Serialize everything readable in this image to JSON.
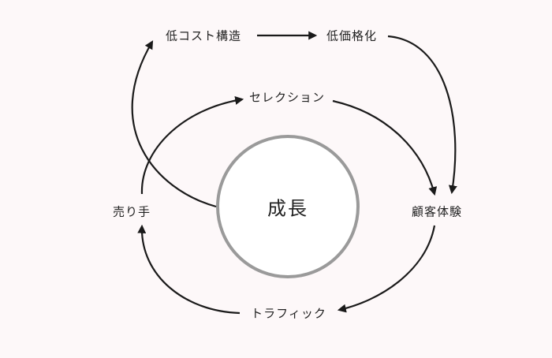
{
  "diagram": {
    "center": "成長",
    "nodes": {
      "low_cost": "低コスト構造",
      "low_price": "低価格化",
      "selection": "セレクション",
      "sellers": "売り手",
      "customer_experience": "顧客体験",
      "traffic": "トラフィック"
    },
    "colors": {
      "arrow": "#1a1a1a",
      "circle_stroke": "#9a9a9a",
      "background": "#fdf8f9"
    }
  }
}
